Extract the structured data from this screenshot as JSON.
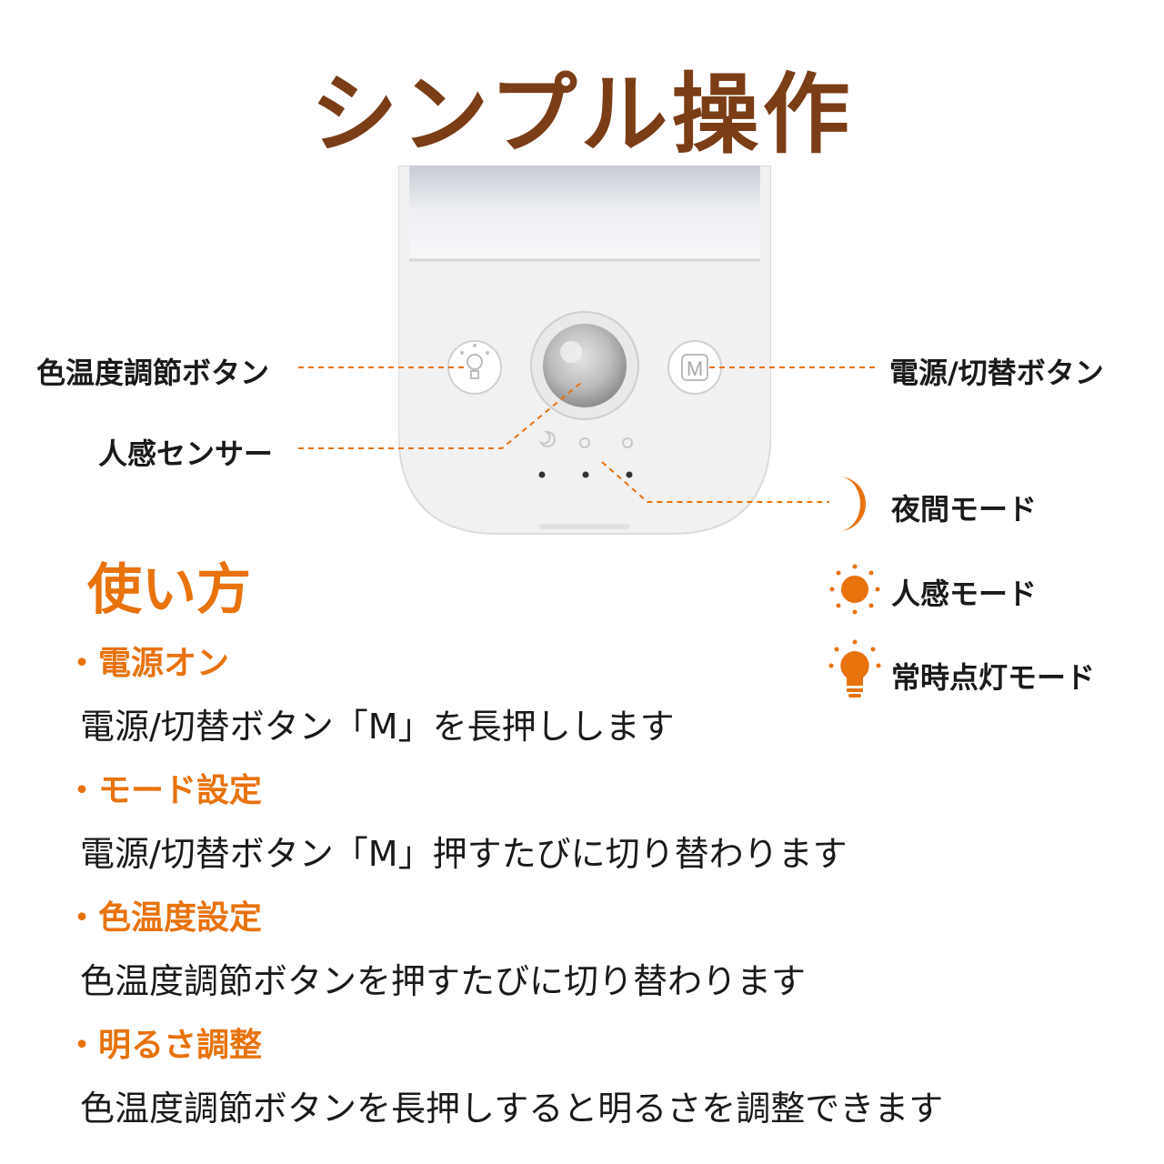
{
  "title": "シンプル操作",
  "callouts": {
    "color_temp_button": "色温度調節ボタン",
    "power_button": "電源/切替ボタン",
    "motion_sensor": "人感センサー",
    "m_button_letter": "M"
  },
  "modes": [
    {
      "icon": "moon-icon",
      "label": "夜間モード"
    },
    {
      "icon": "sun-icon",
      "label": "人感モード"
    },
    {
      "icon": "bulb-icon",
      "label": "常時点灯モード"
    }
  ],
  "usage": {
    "title": "使い方",
    "steps": [
      {
        "heading": "・電源オン",
        "description": "電源/切替ボタン「M」を長押しします"
      },
      {
        "heading": "・モード設定",
        "description": "電源/切替ボタン「M」押すたびに切り替わります"
      },
      {
        "heading": "・色温度設定",
        "description": "色温度調節ボタンを押すたびに切り替わります"
      },
      {
        "heading": "・明るさ調整",
        "description": "色温度調節ボタンを長押しすると明るさを調整できます"
      }
    ]
  },
  "colors": {
    "title": "#7b3d16",
    "accent": "#e8720c",
    "text": "#1a1a1a"
  }
}
